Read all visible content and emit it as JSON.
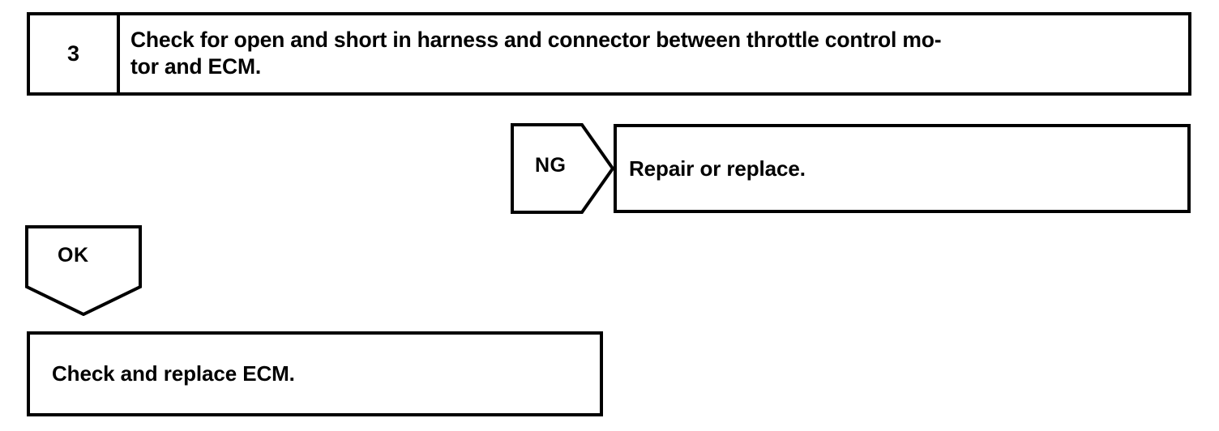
{
  "document": {
    "type": "diagnostic-flowchart",
    "ink_color": "#000000",
    "background_color": "#ffffff"
  },
  "step": {
    "number": "3",
    "instruction": "Check for open and short in harness and connector between throttle control mo-\ntor and ECM."
  },
  "branches": {
    "ng": {
      "label": "NG",
      "direction": "right",
      "result_text": "Repair or replace."
    },
    "ok": {
      "label": "OK",
      "direction": "down",
      "result_text": "Check and replace ECM."
    }
  }
}
